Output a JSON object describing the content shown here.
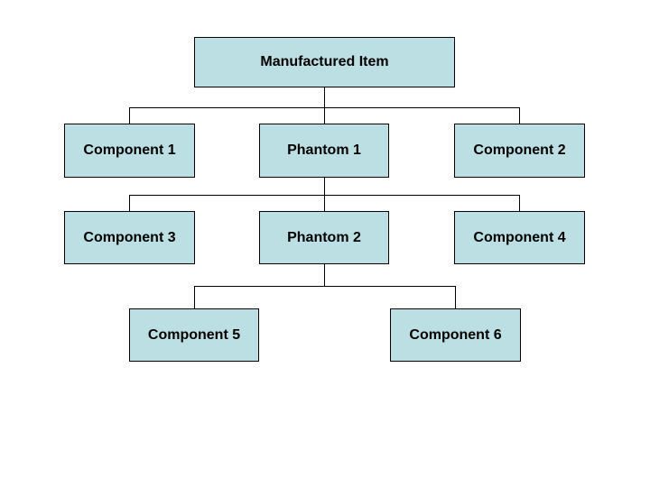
{
  "diagram": {
    "type": "hierarchy",
    "title": "Manufactured Item",
    "background": "#ffffff",
    "colors": {
      "background": "#ffffff",
      "node_fill": "#bcdfe3",
      "node_border": "#000000",
      "connector": "#000000",
      "text": "#000000"
    },
    "nodes": [
      {
        "id": "manufactured-item",
        "label": "Manufactured Item",
        "level": 0
      },
      {
        "id": "component-1",
        "label": "Component 1",
        "level": 1
      },
      {
        "id": "phantom-1",
        "label": "Phantom 1",
        "level": 1
      },
      {
        "id": "component-2",
        "label": "Component 2",
        "level": 1
      },
      {
        "id": "component-3",
        "label": "Component 3",
        "level": 2
      },
      {
        "id": "phantom-2",
        "label": "Phantom 2",
        "level": 2
      },
      {
        "id": "component-4",
        "label": "Component 4",
        "level": 2
      },
      {
        "id": "component-5",
        "label": "Component 5",
        "level": 3
      },
      {
        "id": "component-6",
        "label": "Component 6",
        "level": 3
      }
    ],
    "edges": [
      {
        "from": "Manufactured Item",
        "to": "Component 1"
      },
      {
        "from": "Manufactured Item",
        "to": "Phantom 1"
      },
      {
        "from": "Manufactured Item",
        "to": "Component 2"
      },
      {
        "from": "Phantom 1",
        "to": "Component 3"
      },
      {
        "from": "Phantom 1",
        "to": "Phantom 2"
      },
      {
        "from": "Phantom 1",
        "to": "Component 4"
      },
      {
        "from": "Phantom 2",
        "to": "Component 5"
      },
      {
        "from": "Phantom 2",
        "to": "Component 6"
      }
    ]
  }
}
